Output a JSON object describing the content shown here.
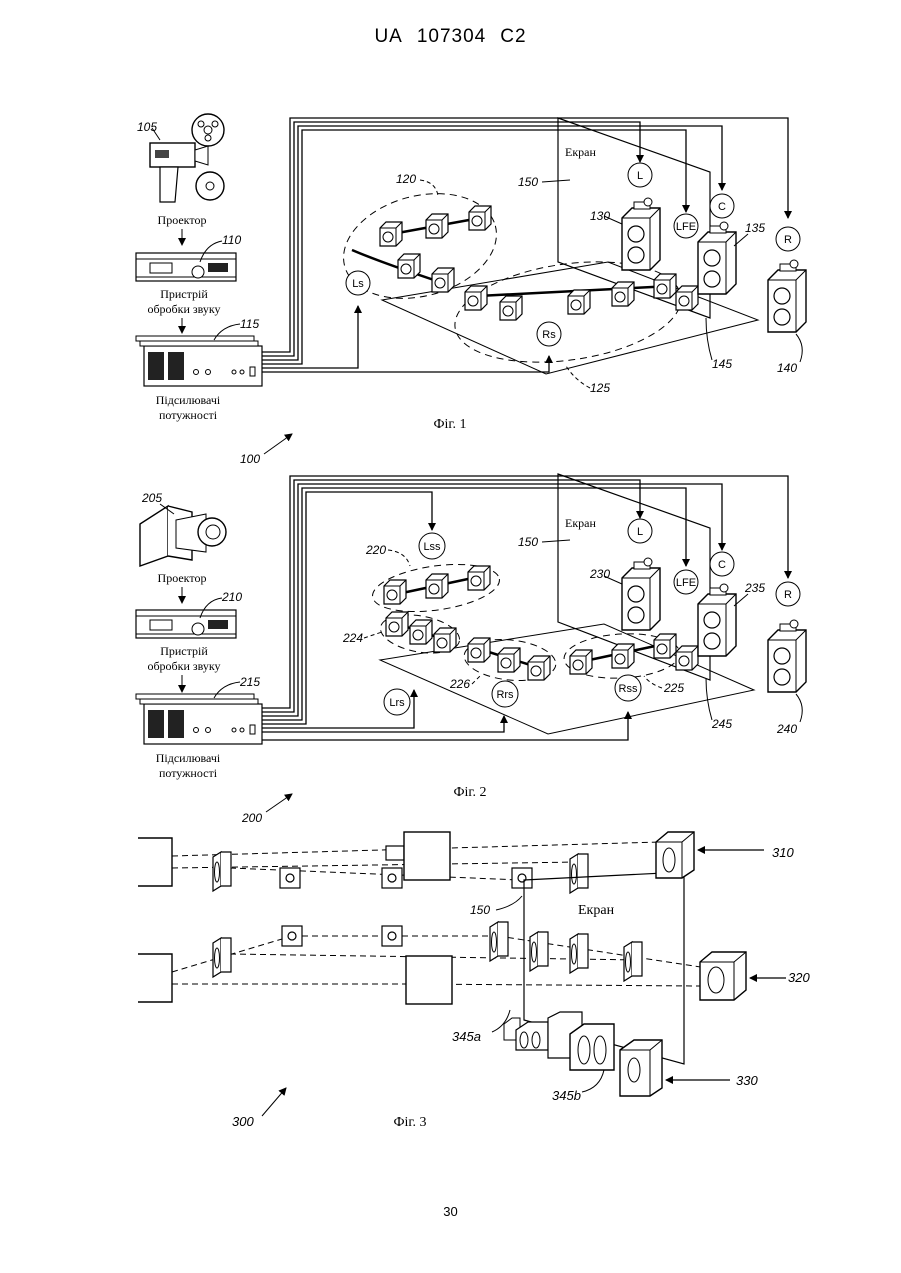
{
  "header": {
    "country": "UA",
    "number": "107304",
    "kind": "C2"
  },
  "page_number": "30",
  "fig1": {
    "caption": "Фіг. 1",
    "refs": {
      "fig": "100",
      "projector": "105",
      "processor": "110",
      "amps": "115",
      "group_a": "120",
      "group_b": "125",
      "screen": "150",
      "spk_left": "130",
      "spk_center": "135",
      "spk_right": "140",
      "sub": "145"
    },
    "labels": {
      "projector": "Проектор",
      "processor_1": "Пристрій",
      "processor_2": "обробки звуку",
      "amps_1": "Підсилювачі",
      "amps_2": "потужності",
      "screen": "Екран"
    },
    "channels": {
      "left": "L",
      "lfe": "LFE",
      "center": "C",
      "right": "R",
      "ls": "Ls",
      "rs": "Rs"
    }
  },
  "fig2": {
    "caption": "Фіг. 2",
    "refs": {
      "fig": "200",
      "projector": "205",
      "processor": "210",
      "amps": "215",
      "group_a": "220",
      "group_b": "224",
      "group_c": "226",
      "group_d": "225",
      "screen": "150",
      "spk_left": "230",
      "spk_center": "235",
      "spk_right": "240",
      "sub": "245"
    },
    "labels": {
      "projector": "Проектор",
      "processor_1": "Пристрій",
      "processor_2": "обробки звуку",
      "amps_1": "Підсилювачі",
      "amps_2": "потужності",
      "screen": "Екран"
    },
    "channels": {
      "left": "L",
      "lfe": "LFE",
      "center": "C",
      "right": "R",
      "lss": "Lss",
      "lrs": "Lrs",
      "rrs": "Rrs",
      "rss": "Rss"
    }
  },
  "fig3": {
    "caption": "Фіг. 3",
    "refs": {
      "fig": "300",
      "screen": "150",
      "top": "310",
      "middle": "320",
      "bottom": "330",
      "array_a": "345a",
      "array_b": "345b"
    },
    "labels": {
      "screen": "Екран"
    }
  }
}
